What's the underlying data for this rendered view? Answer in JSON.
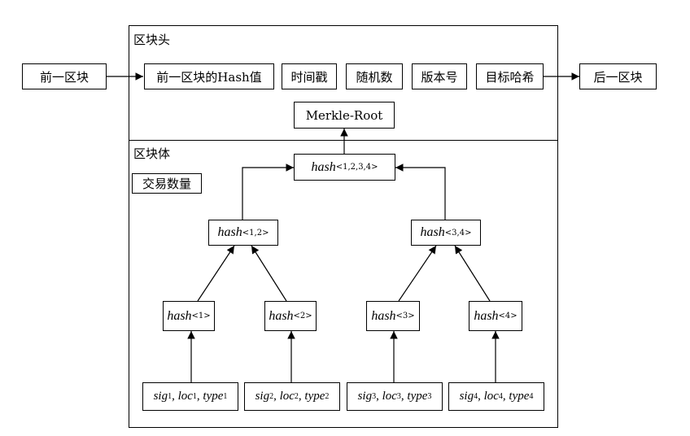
{
  "header": {
    "label": "区块头"
  },
  "body_section": {
    "label": "区块体",
    "tx_count": "交易数量"
  },
  "prev_block": "前一区块",
  "next_block": "后一区块",
  "header_fields": [
    "前一区块的Hash值",
    "时间戳",
    "随机数",
    "版本号",
    "目标哈希"
  ],
  "merkle_root": "Merkle-Root",
  "hash_word": "hash",
  "root_hash": {
    "sub": "<1,2,3,4>"
  },
  "mid_hashes": [
    {
      "sub": "<1,2>"
    },
    {
      "sub": "<3,4>"
    }
  ],
  "leaf_hashes": [
    {
      "sub": "<1>"
    },
    {
      "sub": "<2>"
    },
    {
      "sub": "<3>"
    },
    {
      "sub": "<4>"
    }
  ],
  "leaves": [
    {
      "a": "sig",
      "b": "loc",
      "c": "type",
      "n": "1"
    },
    {
      "a": "sig",
      "b": "loc",
      "c": "type",
      "n": "2"
    },
    {
      "a": "sig",
      "b": "loc",
      "c": "type",
      "n": "3"
    },
    {
      "a": "sig",
      "b": "loc",
      "c": "type",
      "n": "4"
    }
  ]
}
